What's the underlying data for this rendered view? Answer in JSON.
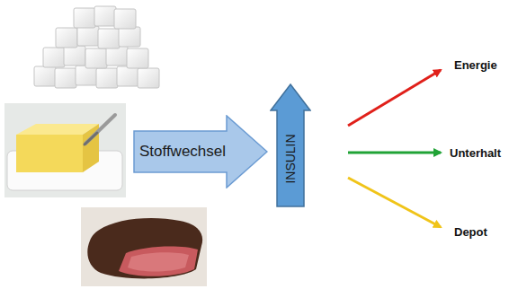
{
  "diagram": {
    "nodes": [
      {
        "text": [
          "Stoffwechsel"
        ]
      },
      {
        "text": [
          "INSULIN"
        ]
      }
    ],
    "labels": [
      "Energie",
      "Unterhalt",
      "Depot"
    ]
  }
}
